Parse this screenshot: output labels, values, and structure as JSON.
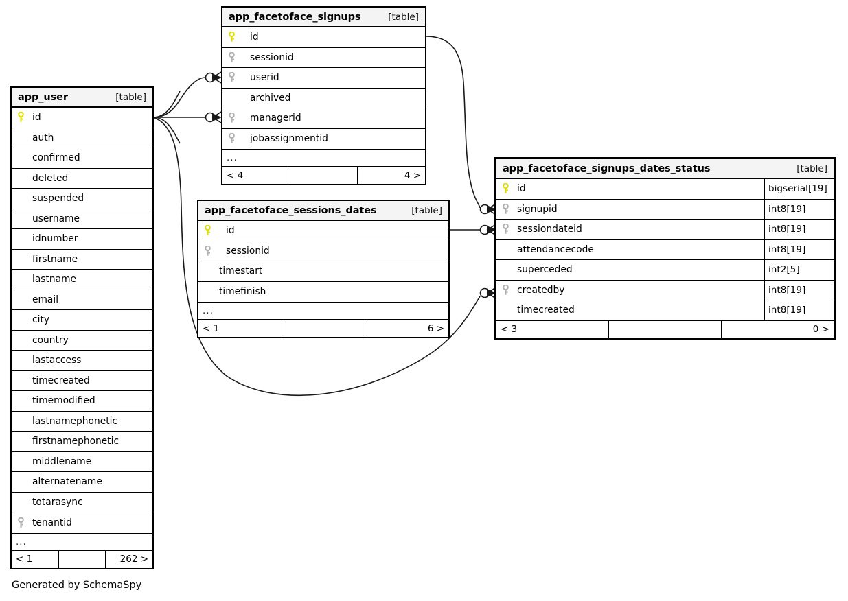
{
  "diagram": {
    "generator_note": "Generated by SchemaSpy",
    "table_tag": "[table]",
    "ellipsis": "...",
    "colors": {
      "pk_key": "#dede00",
      "fk_key": "#b0b0b0",
      "header_bg": "#f4f4f4",
      "border": "#000000",
      "link": "#1a1a1a"
    }
  },
  "tables": [
    {
      "id": "app_user",
      "name": "app_user",
      "tag": "[table]",
      "columns": [
        {
          "name": "id",
          "key": "pk"
        },
        {
          "name": "auth",
          "key": "none"
        },
        {
          "name": "confirmed",
          "key": "none"
        },
        {
          "name": "deleted",
          "key": "none"
        },
        {
          "name": "suspended",
          "key": "none"
        },
        {
          "name": "username",
          "key": "none"
        },
        {
          "name": "idnumber",
          "key": "none"
        },
        {
          "name": "firstname",
          "key": "none"
        },
        {
          "name": "lastname",
          "key": "none"
        },
        {
          "name": "email",
          "key": "none"
        },
        {
          "name": "city",
          "key": "none"
        },
        {
          "name": "country",
          "key": "none"
        },
        {
          "name": "lastaccess",
          "key": "none"
        },
        {
          "name": "timecreated",
          "key": "none"
        },
        {
          "name": "timemodified",
          "key": "none"
        },
        {
          "name": "lastnamephonetic",
          "key": "none"
        },
        {
          "name": "firstnamephonetic",
          "key": "none"
        },
        {
          "name": "middlename",
          "key": "none"
        },
        {
          "name": "alternatename",
          "key": "none"
        },
        {
          "name": "totarasync",
          "key": "none"
        },
        {
          "name": "tenantid",
          "key": "fk"
        }
      ],
      "more_indicator": "...",
      "footer": {
        "left": "< 1",
        "middle": "",
        "right": "262 >"
      }
    },
    {
      "id": "app_facetoface_signups",
      "name": "app_facetoface_signups",
      "tag": "[table]",
      "columns": [
        {
          "name": "id",
          "key": "pk"
        },
        {
          "name": "sessionid",
          "key": "fk"
        },
        {
          "name": "userid",
          "key": "fk"
        },
        {
          "name": "archived",
          "key": "none"
        },
        {
          "name": "managerid",
          "key": "fk"
        },
        {
          "name": "jobassignmentid",
          "key": "fk"
        }
      ],
      "more_indicator": "...",
      "footer": {
        "left": "< 4",
        "middle": "",
        "right": "4 >"
      }
    },
    {
      "id": "app_facetoface_sessions_dates",
      "name": "app_facetoface_sessions_dates",
      "tag": "[table]",
      "columns": [
        {
          "name": "id",
          "key": "pk"
        },
        {
          "name": "sessionid",
          "key": "fk"
        },
        {
          "name": "timestart",
          "key": "none"
        },
        {
          "name": "timefinish",
          "key": "none"
        }
      ],
      "more_indicator": "...",
      "footer": {
        "left": "< 1",
        "middle": "",
        "right": "6 >"
      }
    },
    {
      "id": "app_facetoface_signups_dates_status",
      "name": "app_facetoface_signups_dates_status",
      "tag": "[table]",
      "columns": [
        {
          "name": "id",
          "key": "pk",
          "type": "bigserial[19]"
        },
        {
          "name": "signupid",
          "key": "fk",
          "type": "int8[19]"
        },
        {
          "name": "sessiondateid",
          "key": "fk",
          "type": "int8[19]"
        },
        {
          "name": "attendancecode",
          "key": "none",
          "type": "int8[19]"
        },
        {
          "name": "superceded",
          "key": "none",
          "type": "int2[5]"
        },
        {
          "name": "createdby",
          "key": "fk",
          "type": "int8[19]"
        },
        {
          "name": "timecreated",
          "key": "none",
          "type": "int8[19]"
        }
      ],
      "more_indicator": "",
      "footer": {
        "left": "< 3",
        "middle": "",
        "right": "0 >"
      }
    }
  ],
  "relationships": [
    {
      "from_table": "app_user",
      "from_column": "id",
      "to_table": "app_facetoface_signups",
      "to_column": "userid",
      "optional": true
    },
    {
      "from_table": "app_user",
      "from_column": "id",
      "to_table": "app_facetoface_signups",
      "to_column": "managerid",
      "optional": true
    },
    {
      "from_table": "app_user",
      "from_column": "id",
      "to_table": "app_facetoface_signups_dates_status",
      "to_column": "createdby",
      "optional": true
    },
    {
      "from_table": "app_facetoface_signups",
      "from_column": "id",
      "to_table": "app_facetoface_signups_dates_status",
      "to_column": "signupid",
      "optional": true
    },
    {
      "from_table": "app_facetoface_sessions_dates",
      "from_column": "id",
      "to_table": "app_facetoface_signups_dates_status",
      "to_column": "sessiondateid",
      "optional": true
    }
  ]
}
